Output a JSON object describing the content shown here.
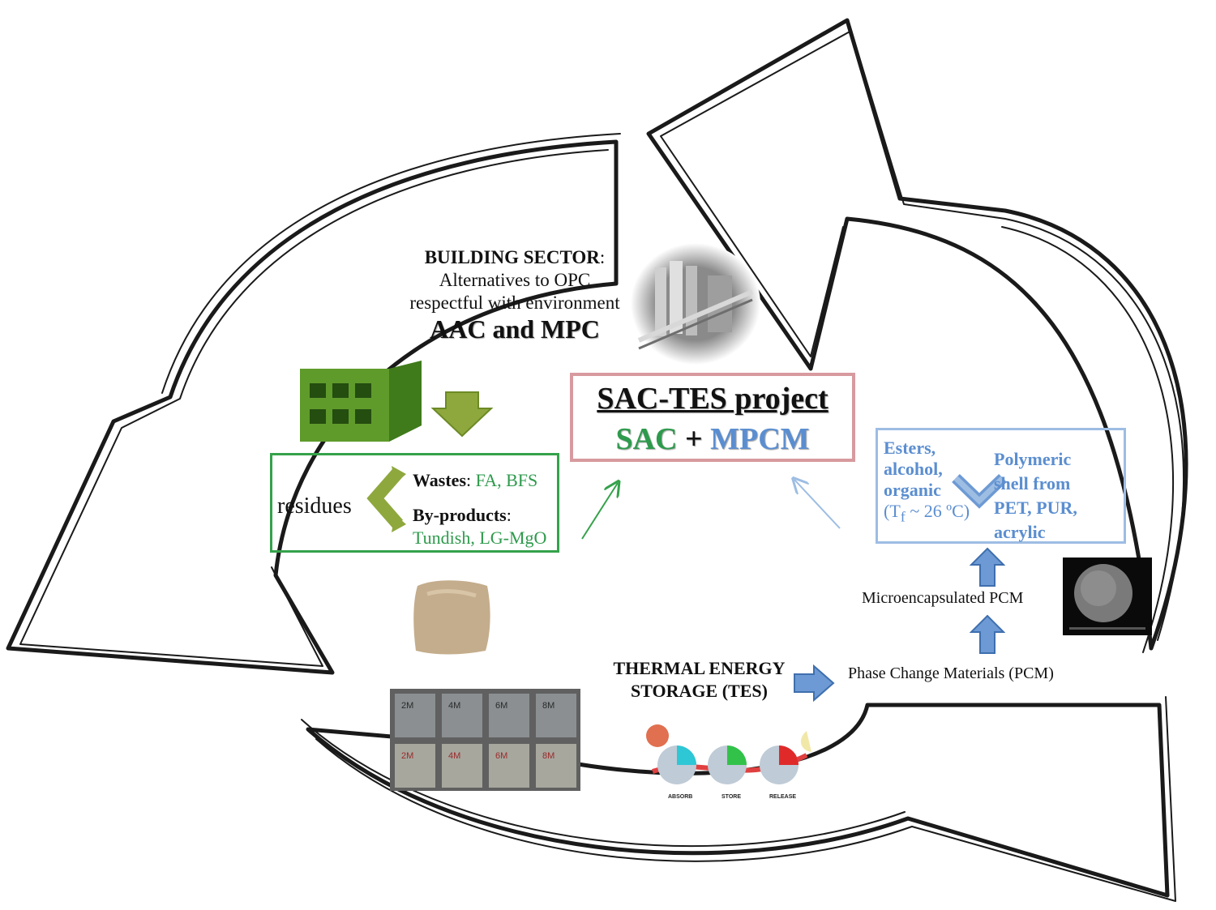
{
  "building_sector": {
    "title": "BUILDING SECTOR",
    "line2": "Alternatives to OPC",
    "line3": "respectful with environment",
    "headline": "AAC and MPC"
  },
  "sac_tes": {
    "title": "SAC-TES project",
    "sac": "SAC",
    "plus": "+",
    "mpcm": "MPCM"
  },
  "residues": {
    "label": "residues",
    "wastes_label": "Wastes",
    "wastes_value": "FA, BFS",
    "byproducts_label": "By-products",
    "byproducts_value": "Tundish, LG-MgO"
  },
  "pcm_box": {
    "left_line1": "Esters,",
    "left_line2": "alcohol,",
    "left_line3": "organic",
    "tf_prefix": "(T",
    "tf_sub": "f",
    "tf_suffix": " ~ 26 ºC)",
    "right_line1": "Polymeric",
    "right_line2": "shell from",
    "right_line3": "PET, PUR,",
    "right_line4": "acrylic"
  },
  "microencapsulated": "Microencapsulated PCM",
  "pcm": "Phase Change Materials (PCM)",
  "tes": {
    "line1": "THERMAL ENERGY",
    "line2": "STORAGE (TES)"
  },
  "sample_labels": [
    "2M",
    "4M",
    "6M",
    "8M",
    "2M",
    "4M",
    "6M",
    "8M"
  ],
  "tes_illustration_labels": [
    "ABSORB",
    "STORE",
    "RELEASE"
  ],
  "colors": {
    "green": "#2e9a4c",
    "blue": "#5b8ed0",
    "sac_box_border": "#d79a9e",
    "residue_box_border": "#35a24b",
    "pcm_box_border": "#9dbde3",
    "arrow_blue": "#6d9ad4",
    "arrow_green": "#8ea83d"
  },
  "icons": [
    "brick-image",
    "cement-plant-image",
    "powder-sample-image",
    "mortar-samples-image",
    "sem-microcapsule-image",
    "tes-cycle-illustration"
  ]
}
